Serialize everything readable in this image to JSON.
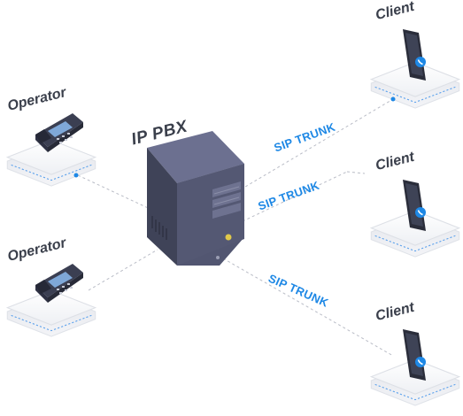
{
  "pbx": {
    "label": "IP PBX"
  },
  "operators": [
    {
      "label": "Operator"
    },
    {
      "label": "Operator"
    }
  ],
  "clients": [
    {
      "label": "Client"
    },
    {
      "label": "Client"
    },
    {
      "label": "Client"
    }
  ],
  "trunks": [
    {
      "label": "SIP TRUNK"
    },
    {
      "label": "SIP TRUNK"
    },
    {
      "label": "SIP TRUNK"
    }
  ],
  "colors": {
    "accent": "#1e88e5",
    "server": "#4a4e66",
    "platform": "#f4f5f8",
    "connector": "#b9bcc6"
  },
  "icons": [
    "server-icon",
    "desk-phone-icon",
    "smartphone-icon",
    "phone-call-icon"
  ]
}
